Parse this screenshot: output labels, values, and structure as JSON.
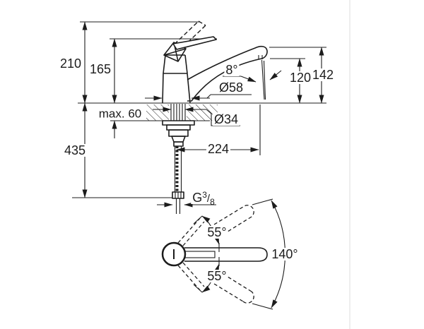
{
  "drawing": {
    "type": "faucet-dimension-drawing",
    "colors": {
      "line": "#1c1c1c",
      "background": "#ffffff",
      "divider": "#dcdcdc"
    },
    "side_view": {
      "height_total": "210",
      "height_lever": "165",
      "counter_thickness": "max. 60",
      "hose_length": "435",
      "base_diameter": "Ø58",
      "hole_diameter": "Ø34",
      "spout_reach": "224",
      "stream_angle": "8°",
      "outlet_height": "120",
      "spout_height": "142",
      "thread": {
        "prefix": "G",
        "numerator": "3",
        "denominator": "8"
      }
    },
    "top_view": {
      "swivel_upper": "55°",
      "swivel_lower": "55°",
      "swivel_range": "140°"
    }
  }
}
